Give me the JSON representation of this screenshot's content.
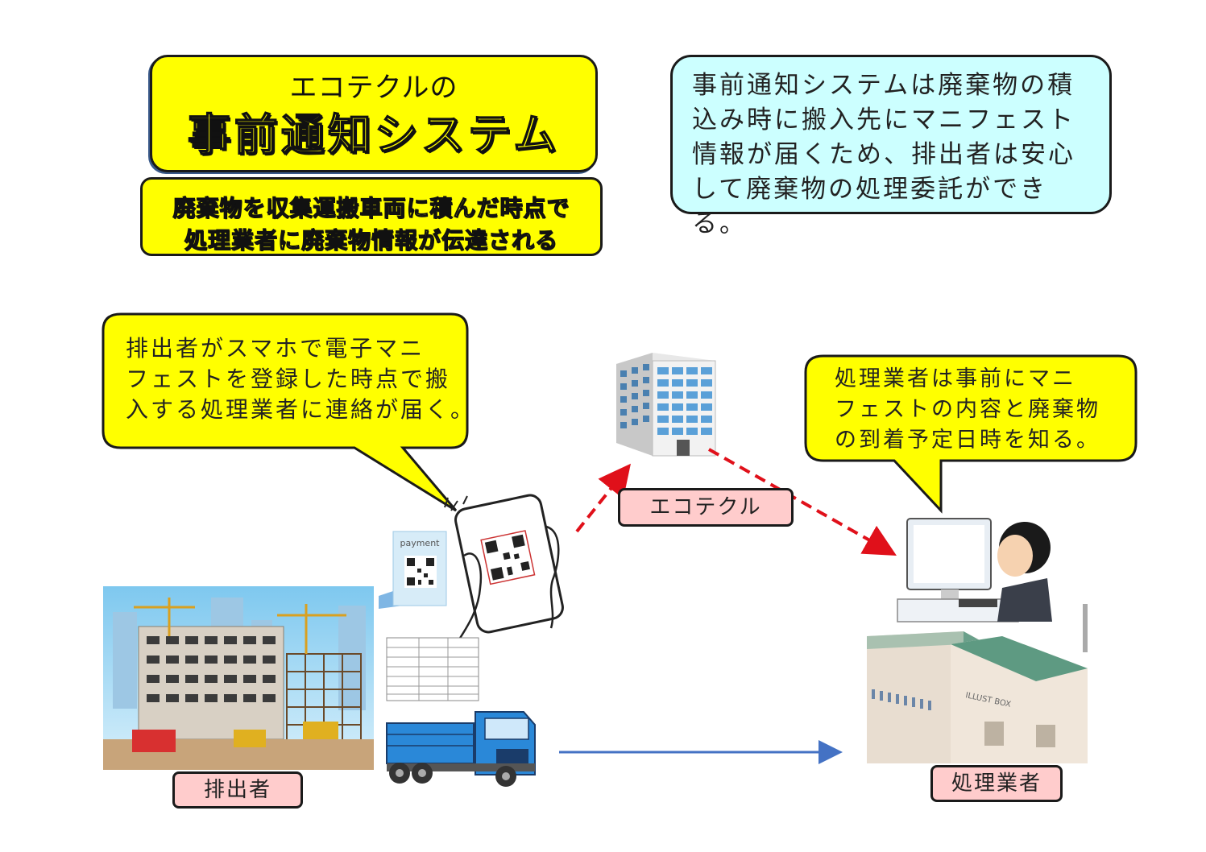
{
  "title": {
    "line1": "エコテクルの",
    "line2": "事前通知システム"
  },
  "subtitle": {
    "line1": "廃棄物を収集運搬車両に積んだ時点で",
    "line2": "処理業者に廃棄物情報が伝達される"
  },
  "info": {
    "lines": [
      "事前通知システムは廃棄物の積",
      "込み時に搬入先にマニフェスト",
      "情報が届くため、排出者は安心",
      "して廃棄物の処理委託ができる。"
    ]
  },
  "bubble_left": {
    "lines": [
      "排出者がスマホで電子マニ",
      "フェストを登録した時点で搬",
      "入する処理業者に連絡が届く。"
    ]
  },
  "bubble_right": {
    "lines": [
      "処理業者は事前にマニ",
      "フェストの内容と廃棄物",
      "の到着予定日時を知る。"
    ]
  },
  "labels": {
    "ecotekuru": "エコテクル",
    "haishutsu": "排出者",
    "shori": "処理業者"
  },
  "qr_card": {
    "text": "payment"
  },
  "factory": {
    "sign": "ILLUST BOX"
  },
  "colors": {
    "yellow": "#ffff00",
    "info_bg": "#ccffff",
    "label_bg": "#ffcccc",
    "dashed_arrow": "#e0101a",
    "solid_arrow": "#4472c4",
    "truck_blue": "#2a88d8"
  },
  "icons": [
    "building-icon",
    "smartphone-qr-icon",
    "qr-card-icon",
    "manifest-document-icon",
    "truck-icon",
    "construction-site-image",
    "worker-computer-icon",
    "factory-icon"
  ]
}
